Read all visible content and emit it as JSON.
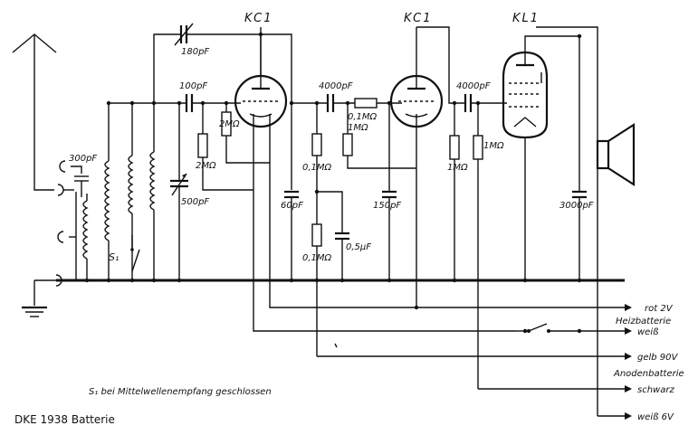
{
  "title": "DKE 1938 Batterie",
  "note": "S₁ bei Mittelwellenempfang geschlossen",
  "tubes": {
    "v1": "KC1",
    "v2": "KC1",
    "v3": "KL1"
  },
  "components": {
    "c_trim": "180pF",
    "c_ant": "300pF",
    "c_tune": "500pF",
    "c_grid1": "100pF",
    "r_grid1_top": "2MΩ",
    "r_grid1_bot": "2MΩ",
    "c_60": "60pF",
    "c_couple1": "4000pF",
    "r_01_top": "0,1MΩ",
    "r_1_v2": "1MΩ",
    "r_01_mid": "0,1MΩ",
    "r_01_bot": "0,1MΩ",
    "c_05": "0,5µF",
    "c_150": "150pF",
    "c_couple2": "4000pF",
    "r_1_a": "1MΩ",
    "r_1_b": "1MΩ",
    "c_3000": "3000pF",
    "s1": "S₁"
  },
  "terminals": {
    "t1": "rot 2V",
    "heiz": "Heizbatterie",
    "t2": "weiß",
    "t3": "gelb 90V",
    "anoden": "Anodenbatterie",
    "t4": "schwarz",
    "t5": "weiß 6V"
  }
}
